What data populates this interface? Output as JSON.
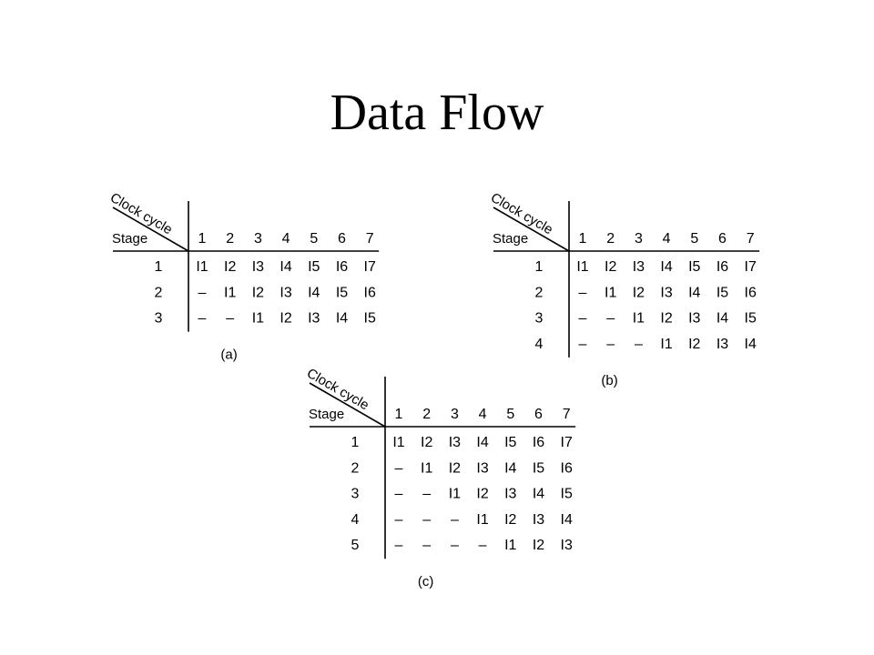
{
  "slide": {
    "title": "Data Flow"
  },
  "header": {
    "clock_cycle": "Clock cycle",
    "stage": "Stage"
  },
  "tables": [
    {
      "id": "a",
      "caption": "(a)",
      "cycles": [
        "1",
        "2",
        "3",
        "4",
        "5",
        "6",
        "7"
      ],
      "rows": [
        {
          "stage": "1",
          "cells": [
            "I1",
            "I2",
            "I3",
            "I4",
            "I5",
            "I6",
            "I7"
          ]
        },
        {
          "stage": "2",
          "cells": [
            "–",
            "I1",
            "I2",
            "I3",
            "I4",
            "I5",
            "I6"
          ]
        },
        {
          "stage": "3",
          "cells": [
            "–",
            "–",
            "I1",
            "I2",
            "I3",
            "I4",
            "I5"
          ]
        }
      ]
    },
    {
      "id": "b",
      "caption": "(b)",
      "cycles": [
        "1",
        "2",
        "3",
        "4",
        "5",
        "6",
        "7"
      ],
      "rows": [
        {
          "stage": "1",
          "cells": [
            "I1",
            "I2",
            "I3",
            "I4",
            "I5",
            "I6",
            "I7"
          ]
        },
        {
          "stage": "2",
          "cells": [
            "–",
            "I1",
            "I2",
            "I3",
            "I4",
            "I5",
            "I6"
          ]
        },
        {
          "stage": "3",
          "cells": [
            "–",
            "–",
            "I1",
            "I2",
            "I3",
            "I4",
            "I5"
          ]
        },
        {
          "stage": "4",
          "cells": [
            "–",
            "–",
            "–",
            "I1",
            "I2",
            "I3",
            "I4"
          ]
        }
      ]
    },
    {
      "id": "c",
      "caption": "(c)",
      "cycles": [
        "1",
        "2",
        "3",
        "4",
        "5",
        "6",
        "7"
      ],
      "rows": [
        {
          "stage": "1",
          "cells": [
            "I1",
            "I2",
            "I3",
            "I4",
            "I5",
            "I6",
            "I7"
          ]
        },
        {
          "stage": "2",
          "cells": [
            "–",
            "I1",
            "I2",
            "I3",
            "I4",
            "I5",
            "I6"
          ]
        },
        {
          "stage": "3",
          "cells": [
            "–",
            "–",
            "I1",
            "I2",
            "I3",
            "I4",
            "I5"
          ]
        },
        {
          "stage": "4",
          "cells": [
            "–",
            "–",
            "–",
            "I1",
            "I2",
            "I3",
            "I4"
          ]
        },
        {
          "stage": "5",
          "cells": [
            "–",
            "–",
            "–",
            "–",
            "I1",
            "I2",
            "I3"
          ]
        }
      ]
    }
  ]
}
